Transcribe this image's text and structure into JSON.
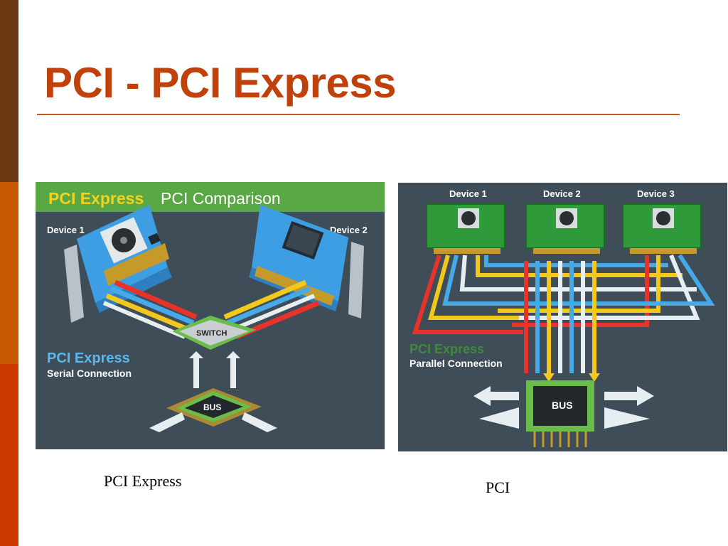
{
  "slide": {
    "title": "PCI - PCI Express"
  },
  "colors": {
    "title": "#c0410c",
    "panel_bg": "#3e4d58",
    "banner_green": "#5aa845",
    "card_blue": "#3d9ee3",
    "card_green": "#2f9a3a",
    "lane_red": "#e8322a",
    "lane_yellow": "#f2c81c",
    "lane_blue": "#46a9e8",
    "lane_white": "#e6eef2"
  },
  "left_figure": {
    "banner_part1": "PCI Express",
    "banner_part2": "PCI Comparison",
    "device1": "Device 1",
    "device2": "Device 2",
    "switch_label": "SWITCH",
    "heading": "PCI Express",
    "subheading": "Serial Connection",
    "bus_label": "BUS"
  },
  "right_figure": {
    "device1": "Device 1",
    "device2": "Device 2",
    "device3": "Device 3",
    "heading": "PCI Express",
    "subheading": "Parallel Connection",
    "bus_label": "BUS"
  },
  "captions": {
    "left": "PCI Express",
    "right": "PCI"
  }
}
